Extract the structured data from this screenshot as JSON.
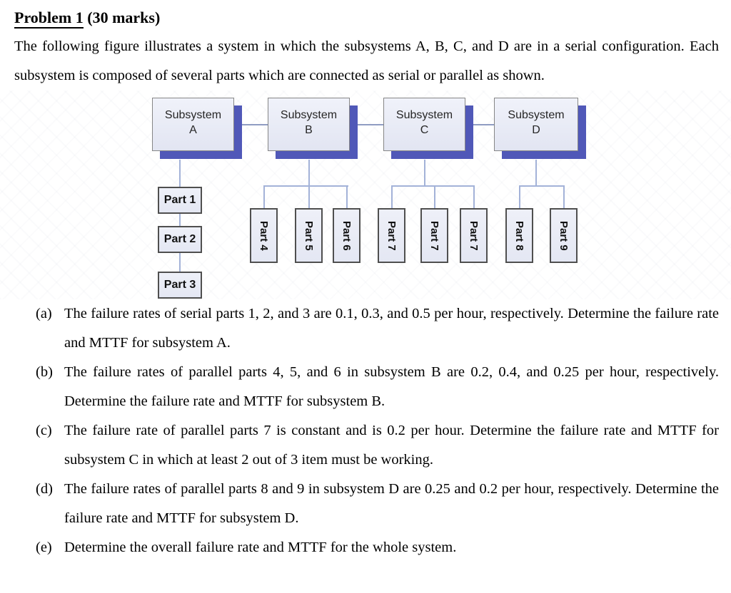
{
  "page": {
    "title": {
      "underlined": "Problem 1",
      "rest": " (30 marks)"
    },
    "intro": "The following figure illustrates a system in which the subsystems A, B, C, and D are in a serial configuration. Each subsystem is composed of several parts which are connected as serial or parallel as shown."
  },
  "figure": {
    "subsystems": [
      {
        "word": "Subsystem",
        "id": "A",
        "config": "serial",
        "parts": [
          "Part 1",
          "Part 2",
          "Part 3"
        ]
      },
      {
        "word": "Subsystem",
        "id": "B",
        "config": "parallel",
        "parts": [
          "Part 4",
          "Part 5",
          "Part 6"
        ]
      },
      {
        "word": "Subsystem",
        "id": "C",
        "config": "parallel",
        "parts": [
          "Part 7",
          "Part 7",
          "Part 7"
        ]
      },
      {
        "word": "Subsystem",
        "id": "D",
        "config": "parallel",
        "parts": [
          "Part 8",
          "Part 9"
        ]
      }
    ],
    "colors": {
      "shadow": "#5058b8",
      "box_fill": "#e8ebf6",
      "box_border": "#868686",
      "connector": "#a3b2d8",
      "connector_dark": "#8f9cc2"
    }
  },
  "questions": [
    {
      "label": "(a)",
      "text": "The failure rates of serial parts 1, 2, and 3 are 0.1, 0.3, and 0.5 per hour, respectively. Determine the failure rate and MTTF for subsystem A."
    },
    {
      "label": "(b)",
      "text": "The failure rates of parallel parts 4, 5, and 6 in subsystem B are 0.2, 0.4, and 0.25 per hour, respectively. Determine the failure rate and MTTF for subsystem B."
    },
    {
      "label": "(c)",
      "text": "The failure rate of parallel parts 7 is constant and is 0.2 per hour. Determine the failure rate and MTTF for subsystem C in which at least 2 out of 3 item must be working."
    },
    {
      "label": "(d)",
      "text": "The failure rates of parallel parts 8 and 9 in subsystem D are 0.25 and 0.2 per hour, respectively. Determine the failure rate and MTTF for subsystem D."
    },
    {
      "label": "(e)",
      "text": "Determine the overall failure rate and MTTF for the whole system."
    }
  ]
}
